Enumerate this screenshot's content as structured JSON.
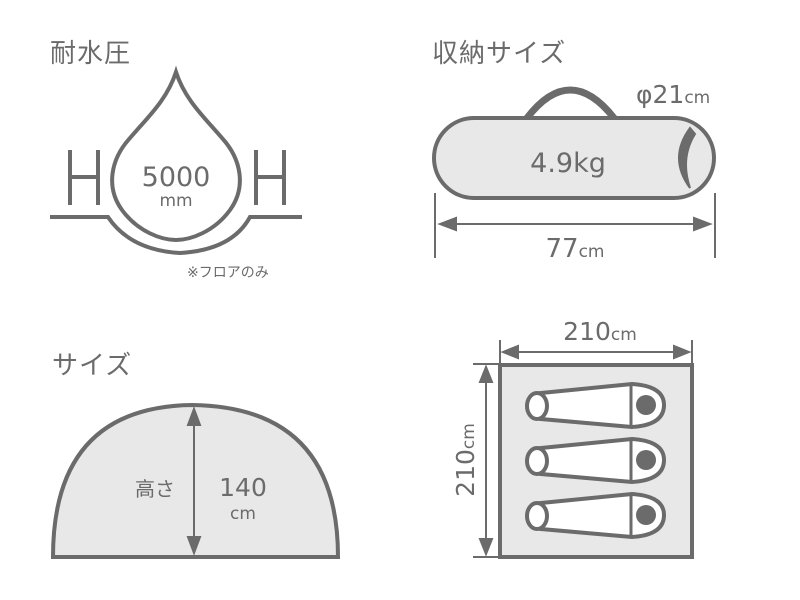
{
  "colors": {
    "stroke": "#6b6b6b",
    "fill": "#e5e5e5",
    "background": "#ffffff"
  },
  "water_pressure": {
    "title": "耐水圧",
    "value": "5000",
    "unit": "mm",
    "left_letter": "H",
    "right_letter": "H",
    "note": "※フロアのみ",
    "icon": "water-drop-icon"
  },
  "storage_size": {
    "title": "収納サイズ",
    "diameter": "φ21",
    "diameter_unit": "cm",
    "weight": "4.9kg",
    "length": "77",
    "length_unit": "cm",
    "icon": "storage-bag-icon"
  },
  "size": {
    "title": "サイズ",
    "height_label": "高さ",
    "height_value": "140",
    "height_unit": "cm",
    "icon": "tent-dome-icon"
  },
  "floor": {
    "width": "210",
    "width_unit": "cm",
    "depth": "210",
    "depth_unit": "cm",
    "sleeping_bags": 3,
    "icon": "sleeping-bag-icon"
  }
}
